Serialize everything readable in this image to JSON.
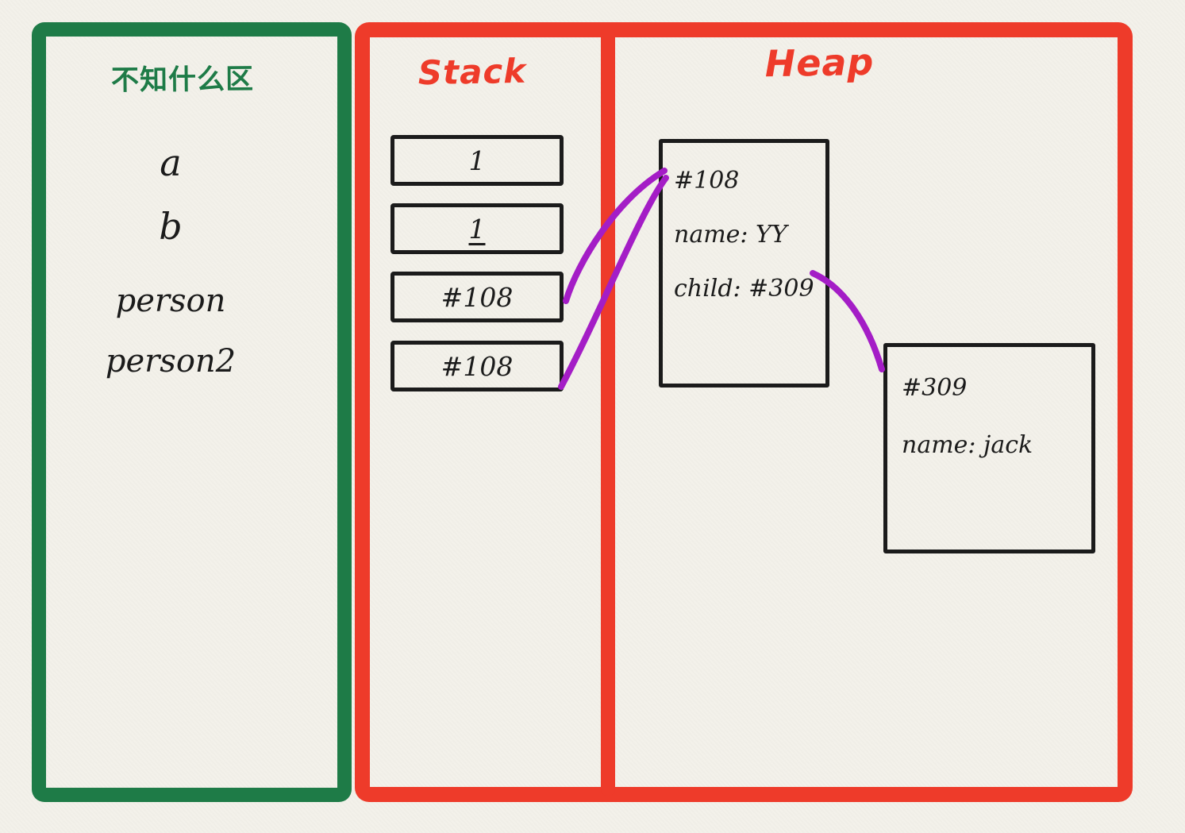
{
  "palette": {
    "background": "#f3f1ea",
    "region_green": "#1e7b47",
    "region_red": "#ee3b2a",
    "pointer_purple": "#a41dc6",
    "ink": "#1b1b1b"
  },
  "unknown_region": {
    "title": "不知什么区",
    "variables": [
      "a",
      "b",
      "person",
      "person2"
    ]
  },
  "stack": {
    "title": "Stack",
    "slots": [
      "1",
      "1",
      "#108",
      "#108"
    ]
  },
  "heap": {
    "title": "Heap",
    "objects": [
      {
        "id": "#108",
        "fields": [
          "name: YY",
          "child: #309"
        ]
      },
      {
        "id": "#309",
        "fields": [
          "name: jack"
        ]
      }
    ]
  },
  "pointers": [
    {
      "from": "stack slot #108 (person)",
      "to": "heap object #108"
    },
    {
      "from": "stack slot #108 (person2)",
      "to": "heap object #108"
    },
    {
      "from": "heap #108 child field",
      "to": "heap object #309"
    }
  ]
}
